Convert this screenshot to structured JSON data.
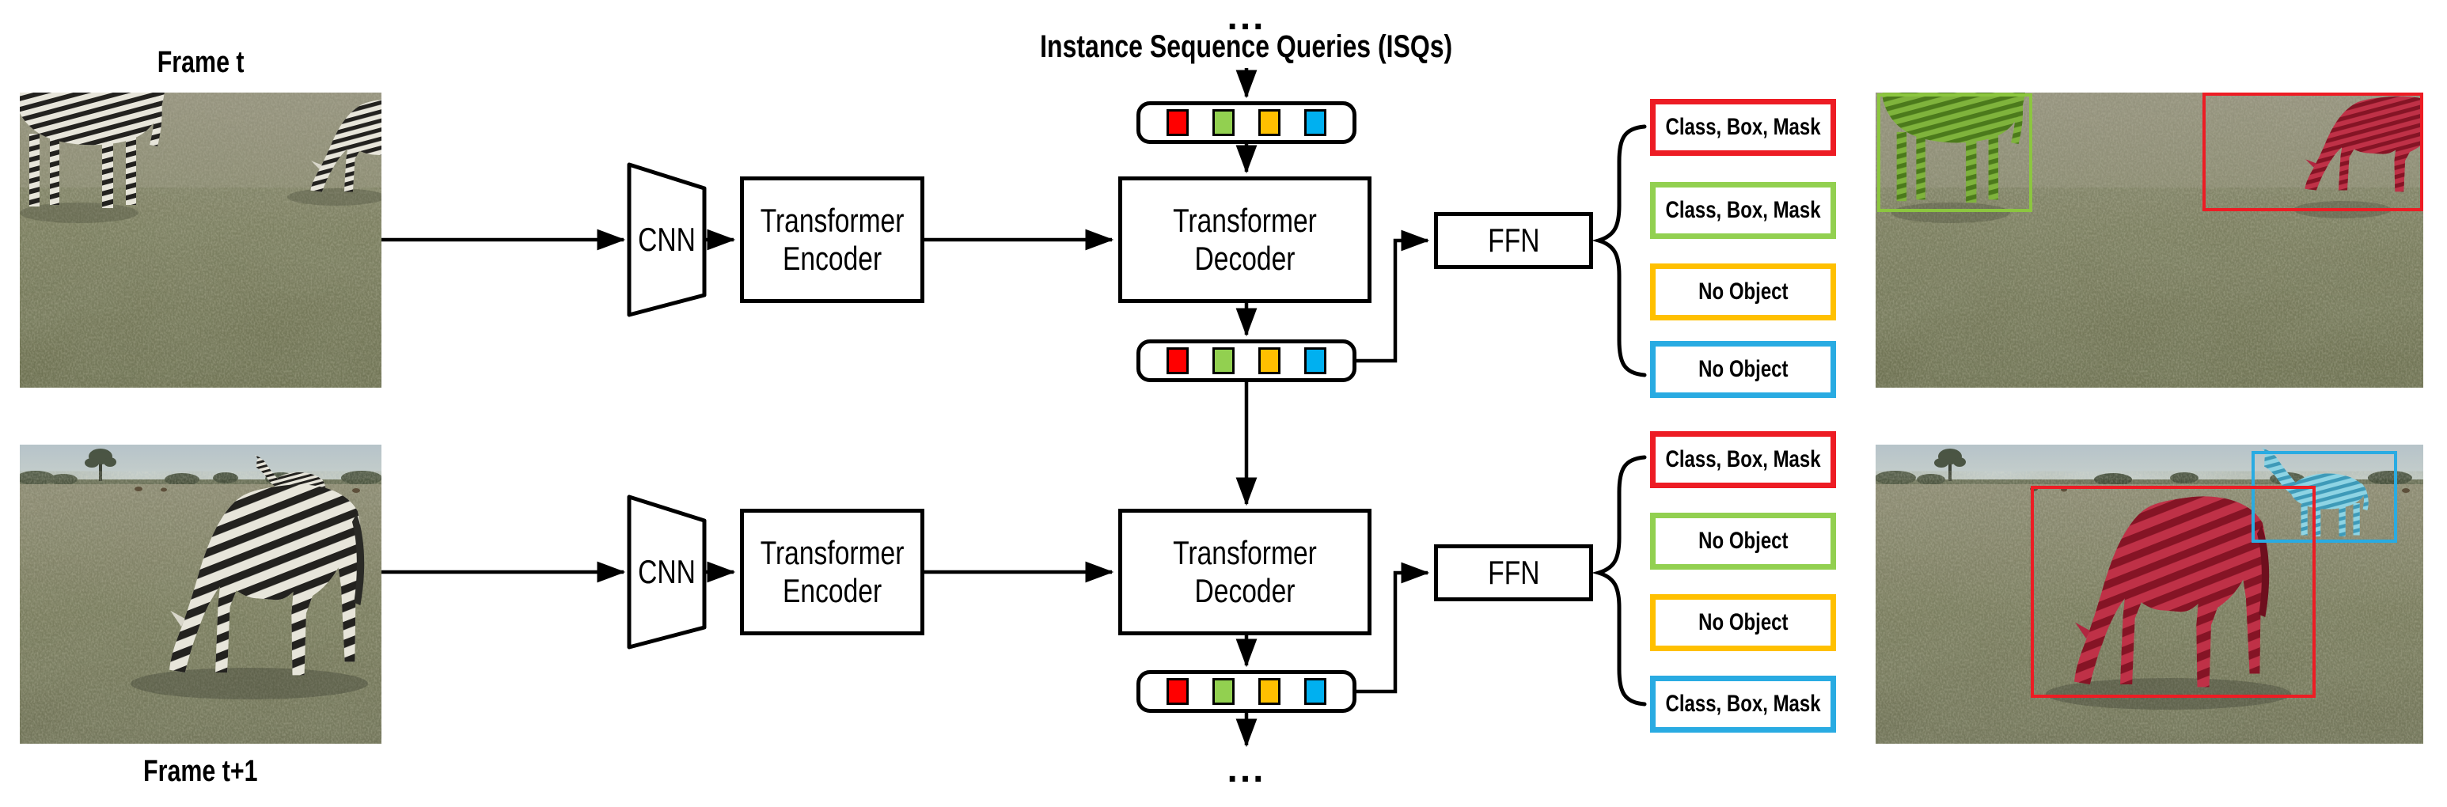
{
  "figure": {
    "frame_top_label": "Frame t",
    "frame_bottom_label": "Frame t+1",
    "ellipsis_top": "...",
    "ellipsis_bottom": "...",
    "isq_label": "Instance Sequence Queries (ISQs)",
    "query_token_colors": [
      "#FF0000",
      "#92D050",
      "#FFC000",
      "#00B0F0"
    ]
  },
  "rows": [
    {
      "cnn_label": "CNN",
      "encoder_label": "Transformer Encoder",
      "decoder_label": "Transformer Decoder",
      "ffn_label": "FFN",
      "outputs": [
        {
          "label": "Class, Box, Mask",
          "color": "#FF0000"
        },
        {
          "label": "Class, Box, Mask",
          "color": "#92D050"
        },
        {
          "label": "No Object",
          "color": "#FFC000"
        },
        {
          "label": "No Object",
          "color": "#00B0F0"
        }
      ]
    },
    {
      "cnn_label": "CNN",
      "encoder_label": "Transformer Encoder",
      "decoder_label": "Transformer Decoder",
      "ffn_label": "FFN",
      "outputs": [
        {
          "label": "Class, Box, Mask",
          "color": "#FF0000"
        },
        {
          "label": "No Object",
          "color": "#92D050"
        },
        {
          "label": "No Object",
          "color": "#FFC000"
        },
        {
          "label": "Class, Box, Mask",
          "color": "#00B0F0"
        }
      ]
    }
  ],
  "results": {
    "top_image_masks": [
      {
        "object": "zebra left",
        "mask_color": "#92D050"
      },
      {
        "object": "zebra right",
        "mask_color": "#FF0000"
      }
    ],
    "bottom_image_masks": [
      {
        "object": "zebra large",
        "mask_color": "#FF0000"
      },
      {
        "object": "zebra small",
        "mask_color": "#00B0F0"
      }
    ]
  }
}
